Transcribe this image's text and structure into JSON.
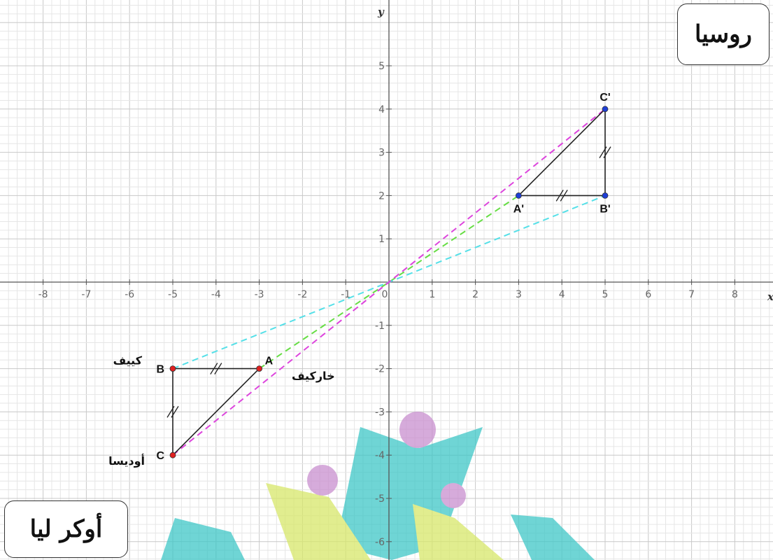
{
  "axes": {
    "x_label": "x",
    "y_label": "y",
    "x_ticks": [
      "-8",
      "-7",
      "-6",
      "-5",
      "-4",
      "-3",
      "-2",
      "-1",
      "0",
      "1",
      "2",
      "3",
      "4",
      "5",
      "6",
      "7",
      "8"
    ],
    "y_ticks": [
      "5",
      "4",
      "3",
      "2",
      "1",
      "-1",
      "-2",
      "-3",
      "-4",
      "-5",
      "-6"
    ],
    "xlim": [
      -9,
      9
    ],
    "ylim": [
      -6.5,
      6.5
    ],
    "grid": true
  },
  "triangle_original": {
    "color": "#e02020",
    "points": [
      {
        "name": "A",
        "x": -3,
        "y": -2,
        "city": "خاركيف"
      },
      {
        "name": "B",
        "x": -5,
        "y": -2,
        "city": "كييف"
      },
      {
        "name": "C",
        "x": -5,
        "y": -4,
        "city": "أوديسا"
      }
    ]
  },
  "triangle_image": {
    "color": "#1f3fd6",
    "points": [
      {
        "name": "A'",
        "x": 3,
        "y": 2
      },
      {
        "name": "B'",
        "x": 5,
        "y": 2
      },
      {
        "name": "C'",
        "x": 5,
        "y": 4
      }
    ]
  },
  "dashed_lines": [
    {
      "from": "A",
      "to": "A'",
      "color": "#66dd44"
    },
    {
      "from": "B",
      "to": "B'",
      "color": "#55e0e8"
    },
    {
      "from": "C",
      "to": "C'",
      "color": "#dd44dd"
    }
  ],
  "labels": {
    "russia": "روسيا",
    "ukraine": "أوكر ليا"
  },
  "watermark_colors": {
    "teal": "#3fc7c7",
    "yellow": "#d8e86a",
    "purple": "#c98fcf"
  }
}
